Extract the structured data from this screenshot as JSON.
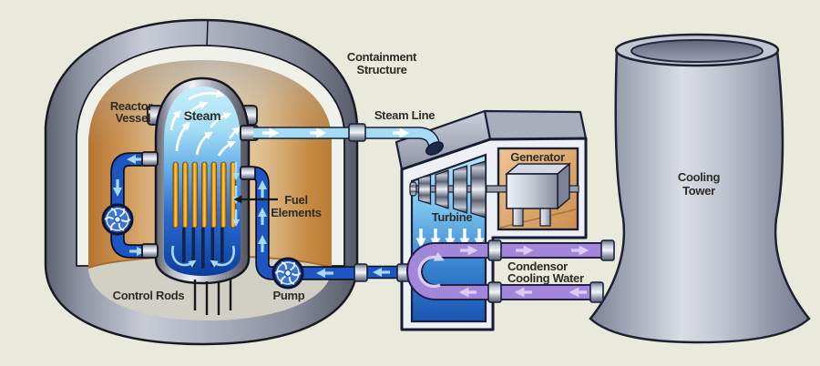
{
  "labels": {
    "containment_structure": {
      "line1": "Containment",
      "line2": "Structure"
    },
    "reactor_vessel": {
      "line1": "Reactor",
      "line2": "Vessel"
    },
    "steam": "Steam",
    "steam_line": "Steam Line",
    "fuel_elements": {
      "line1": "Fuel",
      "line2": "Elements"
    },
    "control_rods": "Control Rods",
    "pump": "Pump",
    "turbine": "Turbine",
    "generator": "Generator",
    "condensor_cooling_water": {
      "line1": "Condensor",
      "line2": "Cooling Water"
    },
    "cooling_tower": {
      "line1": "Cooling",
      "line2": "Tower"
    }
  },
  "palette": {
    "background": "#e9e9dc",
    "shell_gray": "#9da1b0",
    "interior_tan": "#ddb87f",
    "vessel_steam_blue": "#a4dff6",
    "vessel_water_blue": "#0b3e9e",
    "fuel_rod_orange": "#f5a623",
    "coolant_pipe_blue": "#1d55c2",
    "steam_pipe_blue": "#a5dcf4",
    "condenser_purple": "#a286da",
    "generator_tan": "#e0a868",
    "tower_gray": "#b6bac8",
    "building_face": "#eef0f5",
    "label_color": "#2d2c28"
  }
}
